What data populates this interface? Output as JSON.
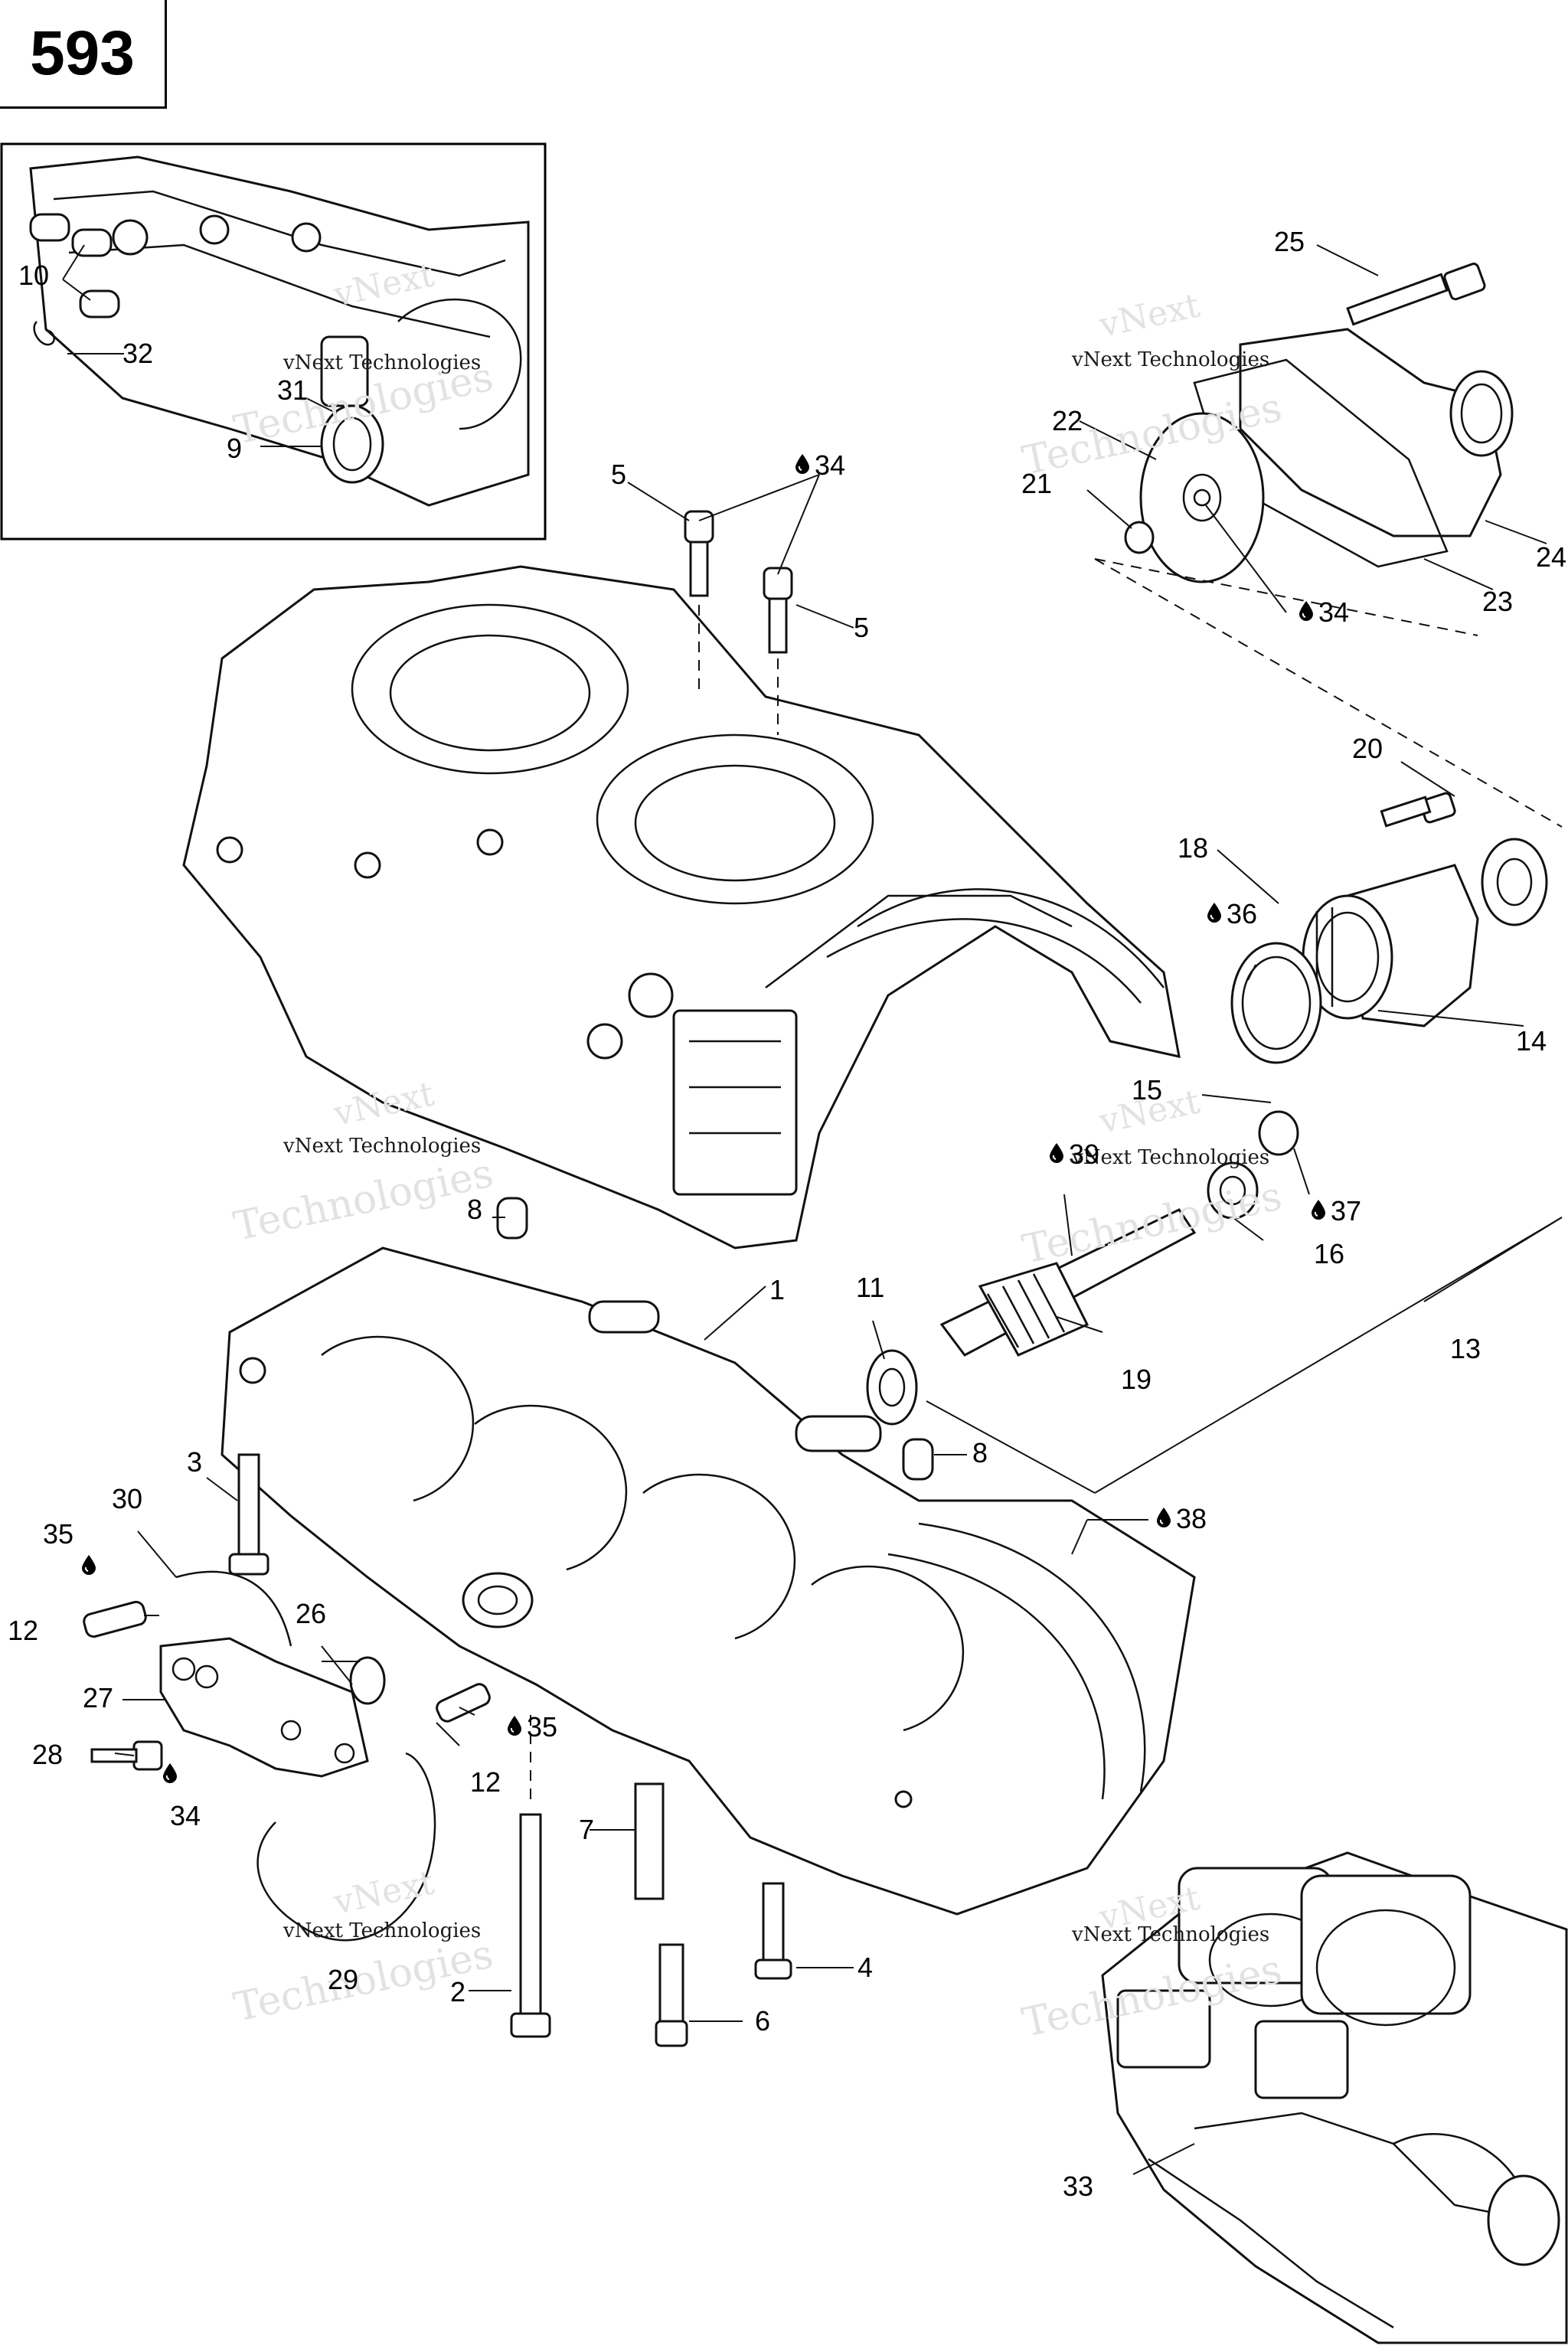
{
  "page_number": "593",
  "watermark": {
    "line1": "vNext",
    "line2": "Technologies",
    "label": "vNext Technologies"
  },
  "icons": {
    "oil_drop": "oil-drop-icon"
  },
  "callouts": {
    "c1": "1",
    "c2": "2",
    "c3": "3",
    "c4": "4",
    "c5a": "5",
    "c5b": "5",
    "c6": "6",
    "c7": "7",
    "c8a": "8",
    "c8b": "8",
    "c9": "9",
    "c10": "10",
    "c11": "11",
    "c12a": "12",
    "c12b": "12",
    "c13": "13",
    "c14": "14",
    "c15": "15",
    "c16": "16",
    "c18": "18",
    "c19": "19",
    "c20": "20",
    "c21": "21",
    "c22": "22",
    "c23": "23",
    "c24": "24",
    "c25": "25",
    "c26": "26",
    "c27": "27",
    "c28": "28",
    "c29": "29",
    "c30": "30",
    "c31": "31",
    "c32": "32",
    "c33": "33",
    "c34a": "34",
    "c34b": "34",
    "c34c": "34",
    "c35a": "35",
    "c35b": "35",
    "c36": "36",
    "c37": "37",
    "c38": "38",
    "c39": "39"
  }
}
